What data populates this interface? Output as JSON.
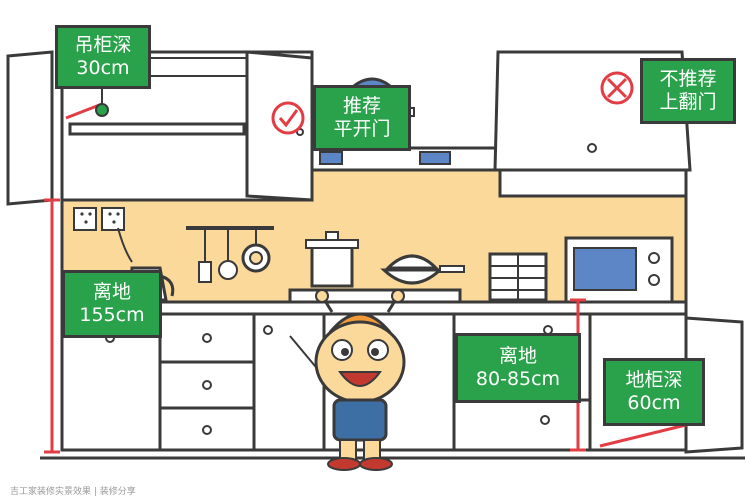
{
  "labels": {
    "wall_cabinet_depth": {
      "line1": "吊柜深",
      "line2": "30cm"
    },
    "recommend_hinged": {
      "line1": "推荐",
      "line2": "平开门"
    },
    "not_recommend_flip": {
      "line1": "不推荐",
      "line2": "上翻门"
    },
    "height_155": {
      "line1": "离地",
      "line2": "155cm"
    },
    "height_80_85": {
      "line1": "离地",
      "line2": "80-85cm"
    },
    "base_cabinet_depth": {
      "line1": "地柜深",
      "line2": "60cm"
    }
  },
  "watermark": "吉工家装修实景效果 | 装修分享",
  "colors": {
    "label_green": "#2aa24b",
    "outline": "#3a3a3a",
    "backsplash": "#fbd99a",
    "cabinet": "#ffffff",
    "measure_red": "#e23c45",
    "mascot_orange": "#f29a3a",
    "mascot_overalls": "#3d6fa5"
  }
}
